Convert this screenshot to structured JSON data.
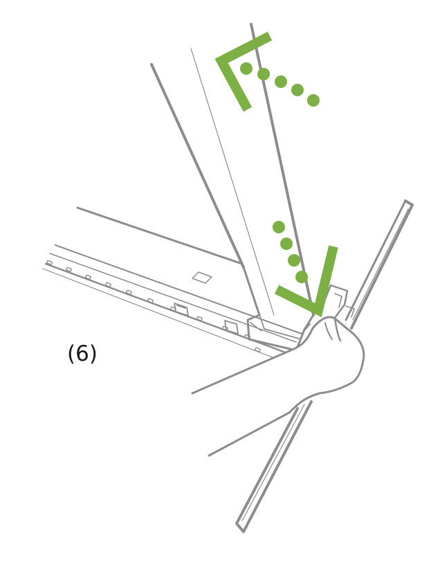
{
  "figure": {
    "step_label": "(6)"
  },
  "colors": {
    "line": "#8c8c8c",
    "accent": "#7cb044",
    "background": "#ffffff",
    "text": "#1a1a1a"
  },
  "icons": {
    "upper_indicator": "corner-bracket-with-dots",
    "lower_indicator": "corner-bracket-with-dots"
  }
}
